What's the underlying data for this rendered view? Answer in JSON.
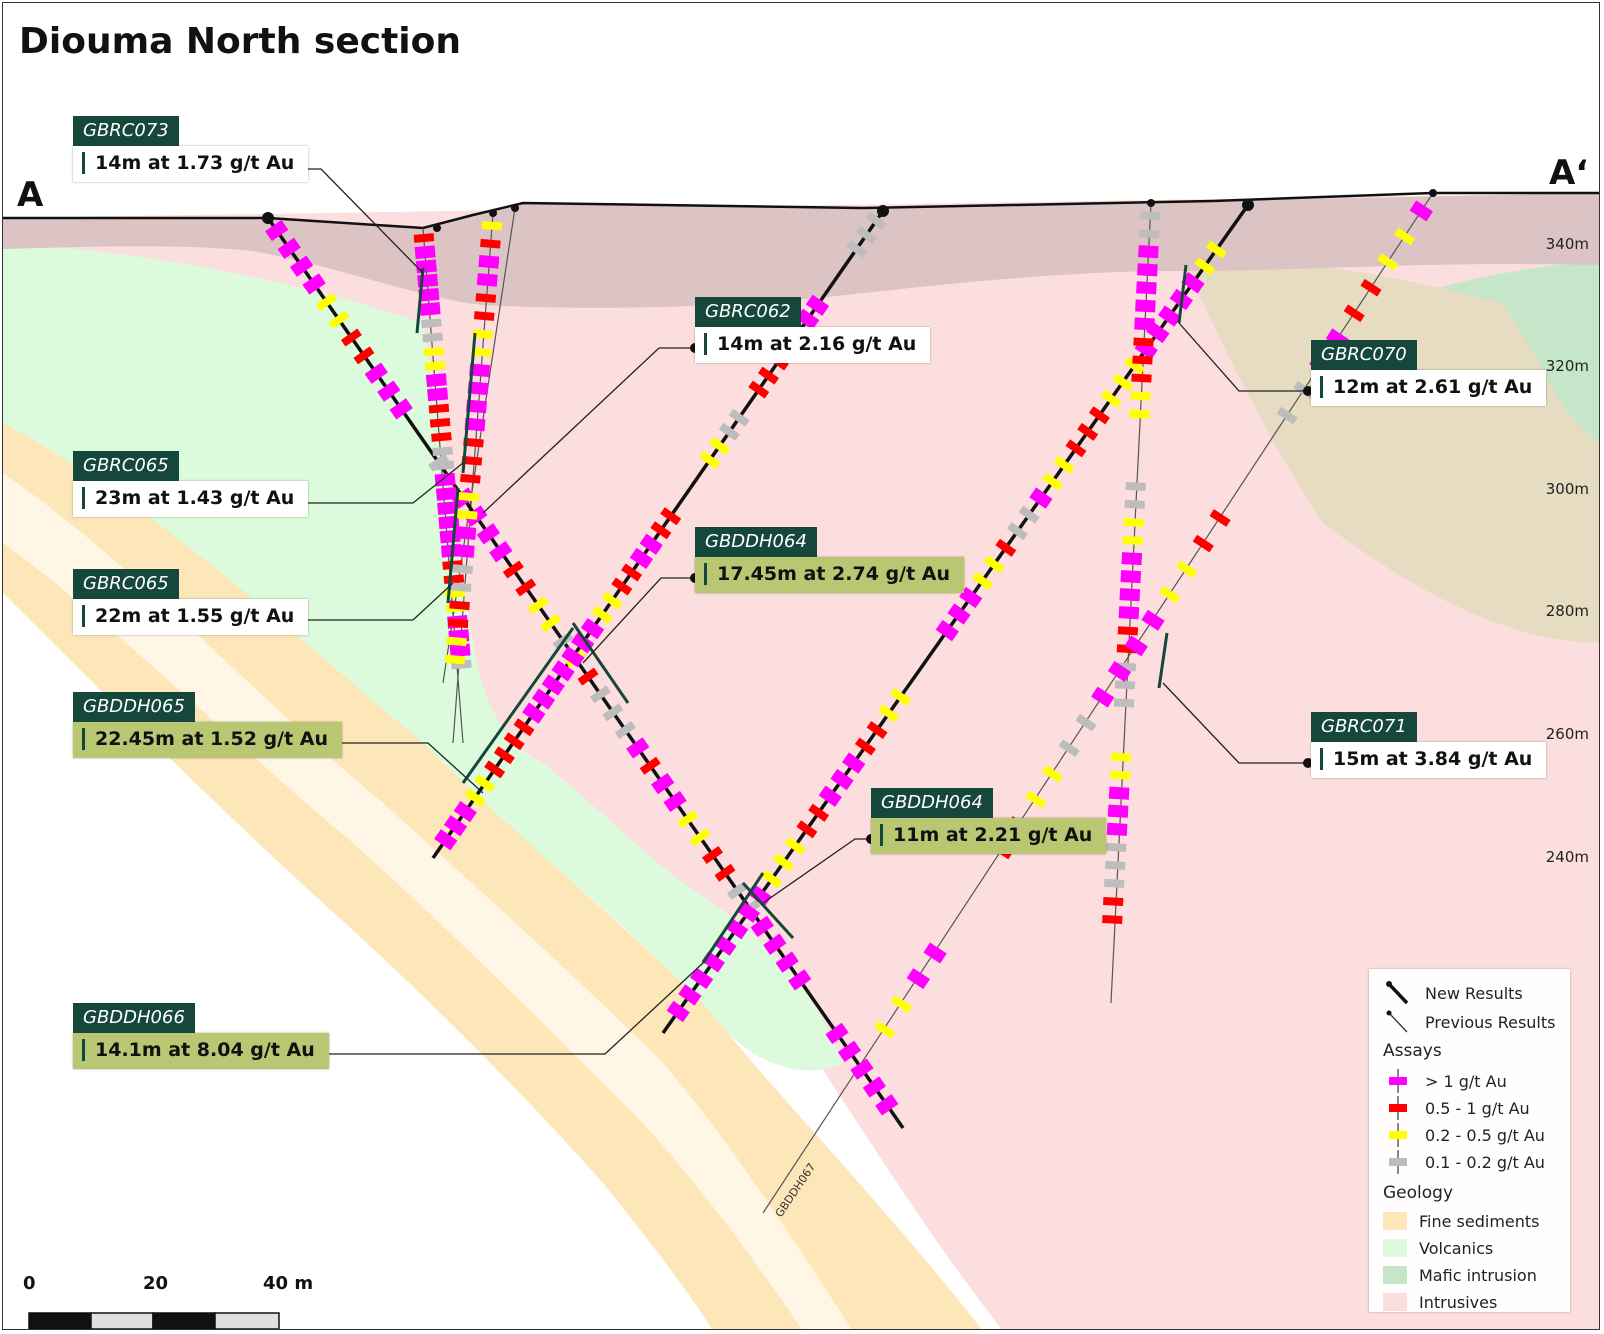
{
  "title": "Diouma North section",
  "section_ends": {
    "left": "A",
    "right": "A‘"
  },
  "elevations": [
    "340m",
    "320m",
    "300m",
    "280m",
    "260m",
    "240m"
  ],
  "colors": {
    "magenta": "#ff00ff",
    "red": "#ff0000",
    "yellow": "#ffff00",
    "grey": "#bdbdbd",
    "fine_sediments": "#fde6b8",
    "volcanics": "#dcfadc",
    "mafic_intrusion": "#c5e6c8",
    "intrusives": "#fcdede",
    "cover": "#dcc4c4",
    "tag_bg": "#16473b",
    "dd_bg": "#b9c772"
  },
  "callouts": [
    {
      "hole": "GBRC073",
      "result": "14m at 1.73 g/t Au",
      "style": "rc"
    },
    {
      "hole": "GBRC062",
      "result": "14m at 2.16 g/t Au",
      "style": "rc"
    },
    {
      "hole": "GBRC070",
      "result": "12m at 2.61 g/t Au",
      "style": "rc"
    },
    {
      "hole": "GBRC065",
      "result": "23m at 1.43 g/t Au",
      "style": "rc"
    },
    {
      "hole": "GBRC065",
      "result": "22m at 1.55 g/t Au",
      "style": "rc"
    },
    {
      "hole": "GBDDH064",
      "result": "17.45m at 2.74 g/t Au",
      "style": "dd"
    },
    {
      "hole": "GBDDH065",
      "result": "22.45m at 1.52 g/t Au",
      "style": "dd"
    },
    {
      "hole": "GBRC071",
      "result": "15m at 3.84 g/t Au",
      "style": "rc"
    },
    {
      "hole": "GBDDH064",
      "result": "11m at 2.21 g/t Au",
      "style": "dd"
    },
    {
      "hole": "GBDDH066",
      "result": "14.1m at 8.04 g/t Au",
      "style": "dd"
    }
  ],
  "hole_label": "GBDDH067",
  "legend": {
    "new_results": "New Results",
    "previous_results": "Previous Results",
    "assays_title": "Assays",
    "assays": [
      {
        "label": "> 1 g/t Au",
        "color": "#ff00ff"
      },
      {
        "label": "0.5 - 1 g/t Au",
        "color": "#ff0000"
      },
      {
        "label": "0.2 - 0.5 g/t Au",
        "color": "#ffff00"
      },
      {
        "label": "0.1 - 0.2 g/t Au",
        "color": "#bdbdbd"
      }
    ],
    "geology_title": "Geology",
    "geology": [
      {
        "label": "Fine sediments",
        "color": "#fde6b8"
      },
      {
        "label": "Volcanics",
        "color": "#dcfadc"
      },
      {
        "label": "Mafic intrusion",
        "color": "#c5e6c8"
      },
      {
        "label": "Intrusives",
        "color": "#fcdede"
      }
    ]
  },
  "scale_bar": {
    "labels": [
      "0",
      "20",
      "40 m"
    ]
  }
}
